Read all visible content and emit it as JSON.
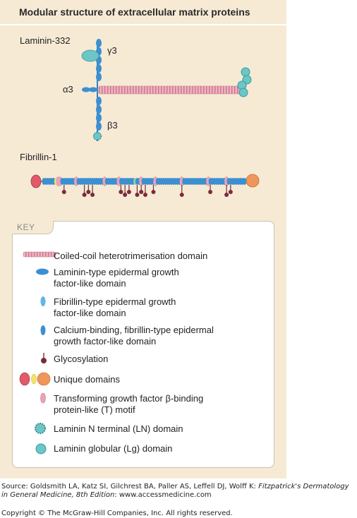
{
  "title": "Modular structure of extracellular matrix proteins",
  "diagram": {
    "laminin_label": "Laminin-332",
    "gamma_label": "γ3",
    "alpha_label": "α3",
    "beta_label": "β3",
    "fibrillin_label": "Fibrillin-1"
  },
  "key": {
    "heading": "KEY",
    "items": [
      {
        "lines": [
          "Coiled-coil heterotrimerisation domain"
        ]
      },
      {
        "lines": [
          "Laminin-type epidermal growth",
          "factor-like domain"
        ]
      },
      {
        "lines": [
          "Fibrillin-type epidermal growth",
          "factor-like domain"
        ]
      },
      {
        "lines": [
          "Calcium-binding, fibrillin-type epidermal",
          "growth factor-like domain"
        ]
      },
      {
        "lines": [
          "Glycosylation"
        ]
      },
      {
        "lines": [
          "Unique domains"
        ]
      },
      {
        "lines": [
          "Transforming growth factor β-binding",
          "protein-like (T) motif"
        ]
      },
      {
        "lines": [
          "Laminin N terminal (LN) domain"
        ]
      },
      {
        "lines": [
          "Laminin globular (Lg) domain"
        ]
      }
    ]
  },
  "source": {
    "line1": "Source: Goldsmith LA, Katz SI, Gilchrest BA, Paller AS, Leffell DJ, Wolff K:",
    "line1_title": "Fitzpatrick's Dermatology",
    "line2_title": "in General Medicine, 8th Edition",
    "line2_rest": ": www.accessmedicine.com"
  },
  "copyright": "Copyright © The McGraw-Hill Companies, Inc. All rights reserved.",
  "colors": {
    "panel": "#f6ead5",
    "coiled_coil": "#e8a4b4",
    "laminin_egf": "#3c8fd0",
    "teal_domain": "#6cc6c6",
    "glycosylation": "#7a2b3a",
    "unique_red": "#e05a6a",
    "unique_yellow": "#f2e46a",
    "unique_orange": "#f0965a"
  }
}
